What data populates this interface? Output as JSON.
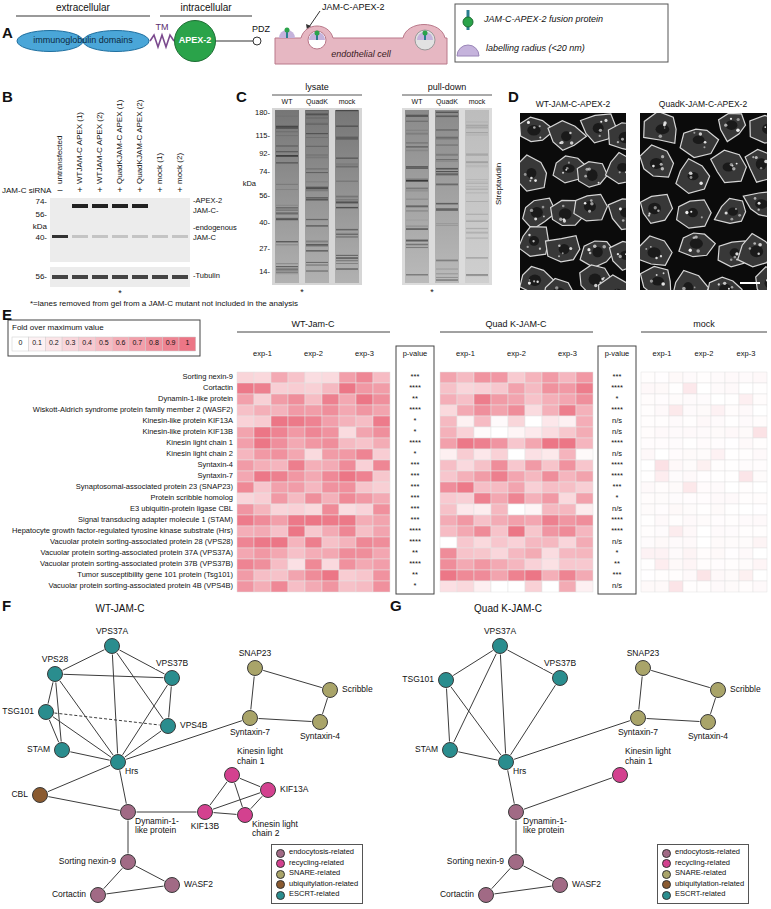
{
  "diagram": {
    "nodes": [
      {
        "text": [
          "immunoglobulin domains"
        ]
      },
      {
        "text": [
          "APEX-2"
        ]
      },
      {
        "text": [
          "endothelial cell"
        ]
      },
      {
        "text": [
          "VPS37A"
        ]
      },
      {
        "text": [
          "VPS28"
        ]
      },
      {
        "text": [
          "VPS37B"
        ]
      },
      {
        "text": [
          "TSG101"
        ]
      },
      {
        "text": [
          "VPS4B"
        ]
      },
      {
        "text": [
          "STAM"
        ]
      },
      {
        "text": [
          "Hrs"
        ]
      },
      {
        "text": [
          "SNAP23"
        ]
      },
      {
        "text": [
          "Scribble"
        ]
      },
      {
        "text": [
          "Syntaxin-7"
        ]
      },
      {
        "text": [
          "Syntaxin-4"
        ]
      },
      {
        "text": [
          "CBL"
        ]
      },
      {
        "text": [
          "Dynamin-1-like protein"
        ]
      },
      {
        "text": [
          "Kinesin light chain 1"
        ]
      },
      {
        "text": [
          "KIF13A"
        ]
      },
      {
        "text": [
          "KIF13B"
        ]
      },
      {
        "text": [
          "Kinesin light chain 2"
        ]
      },
      {
        "text": [
          "Sorting nexin-9"
        ]
      },
      {
        "text": [
          "WASF2"
        ]
      },
      {
        "text": [
          "Cortactin"
        ]
      },
      {
        "text": [
          "VPS37A"
        ]
      },
      {
        "text": [
          "VPS37B"
        ]
      },
      {
        "text": [
          "TSG101"
        ]
      },
      {
        "text": [
          "STAM"
        ]
      },
      {
        "text": [
          "Hrs"
        ]
      },
      {
        "text": [
          "SNAP23"
        ]
      },
      {
        "text": [
          "Scribble"
        ]
      },
      {
        "text": [
          "Syntaxin-7"
        ]
      },
      {
        "text": [
          "Syntaxin-4"
        ]
      },
      {
        "text": [
          "Kinesin light chain 1"
        ]
      },
      {
        "text": [
          "Dynamin-1-like protein"
        ]
      },
      {
        "text": [
          "Sorting nexin-9"
        ]
      },
      {
        "text": [
          "WASF2"
        ]
      },
      {
        "text": [
          "Cortactin"
        ]
      }
    ],
    "edges": [
      {
        "from": 4,
        "to": 3,
        "arrow": "none"
      },
      {
        "from": 4,
        "to": 5,
        "arrow": "none"
      },
      {
        "from": 4,
        "to": 6,
        "arrow": "none"
      },
      {
        "from": 4,
        "to": 8,
        "arrow": "none"
      },
      {
        "from": 4,
        "to": 9,
        "arrow": "none"
      },
      {
        "from": 3,
        "to": 5,
        "arrow": "none"
      },
      {
        "from": 3,
        "to": 7,
        "arrow": "none"
      },
      {
        "from": 3,
        "to": 9,
        "arrow": "none"
      },
      {
        "from": 5,
        "to": 7,
        "arrow": "none"
      },
      {
        "from": 5,
        "to": 9,
        "arrow": "none"
      },
      {
        "from": 6,
        "to": 8,
        "arrow": "none"
      },
      {
        "from": 6,
        "to": 9,
        "arrow": "none"
      },
      {
        "from": 6,
        "to": 7,
        "arrow": "none"
      },
      {
        "from": 8,
        "to": 9,
        "arrow": "none"
      },
      {
        "from": 7,
        "to": 9,
        "arrow": "none"
      },
      {
        "from": 9,
        "to": 12,
        "arrow": "none"
      },
      {
        "from": 12,
        "to": 10,
        "arrow": "none"
      },
      {
        "from": 10,
        "to": 11,
        "arrow": "none"
      },
      {
        "from": 11,
        "to": 13,
        "arrow": "none"
      },
      {
        "from": 13,
        "to": 12,
        "arrow": "none"
      },
      {
        "from": 14,
        "to": 9,
        "arrow": "none"
      },
      {
        "from": 14,
        "to": 15,
        "arrow": "none"
      },
      {
        "from": 9,
        "to": 15,
        "arrow": "none"
      },
      {
        "from": 15,
        "to": 18,
        "arrow": "none"
      },
      {
        "from": 16,
        "to": 17,
        "arrow": "none"
      },
      {
        "from": 16,
        "to": 18,
        "arrow": "none"
      },
      {
        "from": 16,
        "to": 19,
        "arrow": "none"
      },
      {
        "from": 17,
        "to": 18,
        "arrow": "none"
      },
      {
        "from": 17,
        "to": 19,
        "arrow": "none"
      },
      {
        "from": 18,
        "to": 19,
        "arrow": "none"
      },
      {
        "from": 15,
        "to": 20,
        "arrow": "none"
      },
      {
        "from": 20,
        "to": 21,
        "arrow": "none"
      },
      {
        "from": 20,
        "to": 22,
        "arrow": "none"
      },
      {
        "from": 22,
        "to": 21,
        "arrow": "none"
      },
      {
        "from": 25,
        "to": 23,
        "arrow": "none"
      },
      {
        "from": 25,
        "to": 26,
        "arrow": "none"
      },
      {
        "from": 25,
        "to": 27,
        "arrow": "none"
      },
      {
        "from": 23,
        "to": 24,
        "arrow": "none"
      },
      {
        "from": 23,
        "to": 27,
        "arrow": "none"
      },
      {
        "from": 23,
        "to": 26,
        "arrow": "none"
      },
      {
        "from": 24,
        "to": 27,
        "arrow": "none"
      },
      {
        "from": 26,
        "to": 27,
        "arrow": "none"
      },
      {
        "from": 27,
        "to": 30,
        "arrow": "none"
      },
      {
        "from": 30,
        "to": 28,
        "arrow": "none"
      },
      {
        "from": 28,
        "to": 29,
        "arrow": "none"
      },
      {
        "from": 29,
        "to": 31,
        "arrow": "none"
      },
      {
        "from": 31,
        "to": 30,
        "arrow": "none"
      },
      {
        "from": 27,
        "to": 33,
        "arrow": "none"
      },
      {
        "from": 33,
        "to": 32,
        "arrow": "none"
      },
      {
        "from": 33,
        "to": 34,
        "arrow": "none"
      },
      {
        "from": 34,
        "to": 35,
        "arrow": "none"
      },
      {
        "from": 34,
        "to": 36,
        "arrow": "none"
      },
      {
        "from": 36,
        "to": 35,
        "arrow": "none"
      }
    ],
    "labels": [
      "A",
      "extracellular",
      "intracellular",
      "TM",
      "PDZ",
      "JAM-C-APEX-2",
      "B",
      "untransfected",
      "WTJAM-C APEX (1)",
      "WTJAM-C APEX (2)",
      "QuadKJAM-C APEX (1)",
      "QuadKJAM-C APEX (2)",
      "mock (1)",
      "mock (2)",
      "JAM-C siRNA",
      "–",
      "+",
      "+",
      "+",
      "+",
      "+",
      "+",
      "74-",
      "56-",
      "kDa",
      "40-",
      "56-",
      "-APEX-2",
      "JAM-C-",
      "-endogenous",
      "JAM-C",
      "-Tubulin",
      "*",
      "*=lanes removed from gel from a JAM-C mutant not included in the analysis",
      "C",
      "lysate",
      "pull-down",
      "180-",
      "115-",
      "92-",
      "74-",
      "56-",
      "40-",
      "27-",
      "14-",
      "kDa",
      "WT",
      "QuadK",
      "mock",
      "WT",
      "QuadK",
      "mock",
      "Streptavidin",
      "*",
      "*",
      "D",
      "WT-JAM-C-APEX-2",
      "QuadK-JAM-C-APEX-2",
      "E",
      "Fold over maximum value",
      "0",
      "0.1",
      "0.2",
      "0.3",
      "0.4",
      "0.5",
      "0.6",
      "0.7",
      "0.8",
      "0.9",
      "1",
      "WT-Jam-C",
      "Quad K-JAM-C",
      "mock",
      "exp-1",
      "exp-2",
      "exp-3",
      "exp-1",
      "exp-2",
      "exp-3",
      "exp-1",
      "exp-2",
      "exp-3",
      "p-value",
      "p-value",
      "Sorting nexin-9",
      "***",
      "***",
      "Cortactin",
      "****",
      "****",
      "Dynamin-1-like protein",
      "**",
      "*",
      "Wiskott-Aldrich syndrome protein family member 2 (WASF2)",
      "****",
      "****",
      "Kinesin-like protein KIF13A",
      "*",
      "n/s",
      "Kinesin-like protein KIF13B",
      "*",
      "n/s",
      "Kinesin light chain 1",
      "****",
      "****",
      "Kinesin light chain 2",
      "*",
      "n/s",
      "Syntaxin-4",
      "***",
      "****",
      "Syntaxin-7",
      "***",
      "****",
      "Synaptosomal-associated protein 23 (SNAP23)",
      "***",
      "***",
      "Protein scribble homolog",
      "***",
      "*",
      "E3 ubiquitin-protein ligase CBL",
      "***",
      "n/s",
      "Signal transducing adapter molecule 1 (STAM)",
      "***",
      "****",
      "Hepatocyte growth factor-regulated tyrosine kinase substrate (Hrs)",
      "****",
      "****",
      "Vacuolar protein sorting-associated protein 28 (VPS28)",
      "****",
      "n/s",
      "Vacuolar protein sorting-associated protein 37A (VPS37A)",
      "**",
      "*",
      "Vacuolar protein sorting-associated protein 37B (VPS37B)",
      "****",
      "**",
      "Tumor susceptibility gene 101 protein (Tsg101)",
      "**",
      "***",
      "Vacuolar protein sorting-associated protein 4B (VPS4B)",
      "*",
      "n/s",
      "F",
      "WT-JAM-C",
      "G",
      "Quad K-JAM-C"
    ],
    "legend": [
      {
        "text": "JAM-C-APEX-2 fusion protein"
      },
      {
        "text": "labelling radius (<20 nm)"
      },
      {
        "text": "endocytosis-related",
        "color": "#a16a85"
      },
      {
        "text": "recycling-related",
        "color": "#d3418f"
      },
      {
        "text": "SNARE-related",
        "color": "#a9a469"
      },
      {
        "text": "ubiquitylation-related",
        "color": "#8a5a30"
      },
      {
        "text": "ESCRT-related",
        "color": "#2a8d8e"
      },
      {
        "text": "endocytosis-related",
        "color": "#a16a85"
      },
      {
        "text": "recycling-related",
        "color": "#d3418f"
      },
      {
        "text": "SNARE-related",
        "color": "#a9a469"
      },
      {
        "text": "ubiquitylation-related",
        "color": "#8a5a30"
      },
      {
        "text": "ESCRT-related",
        "color": "#2a8d8e"
      }
    ]
  }
}
